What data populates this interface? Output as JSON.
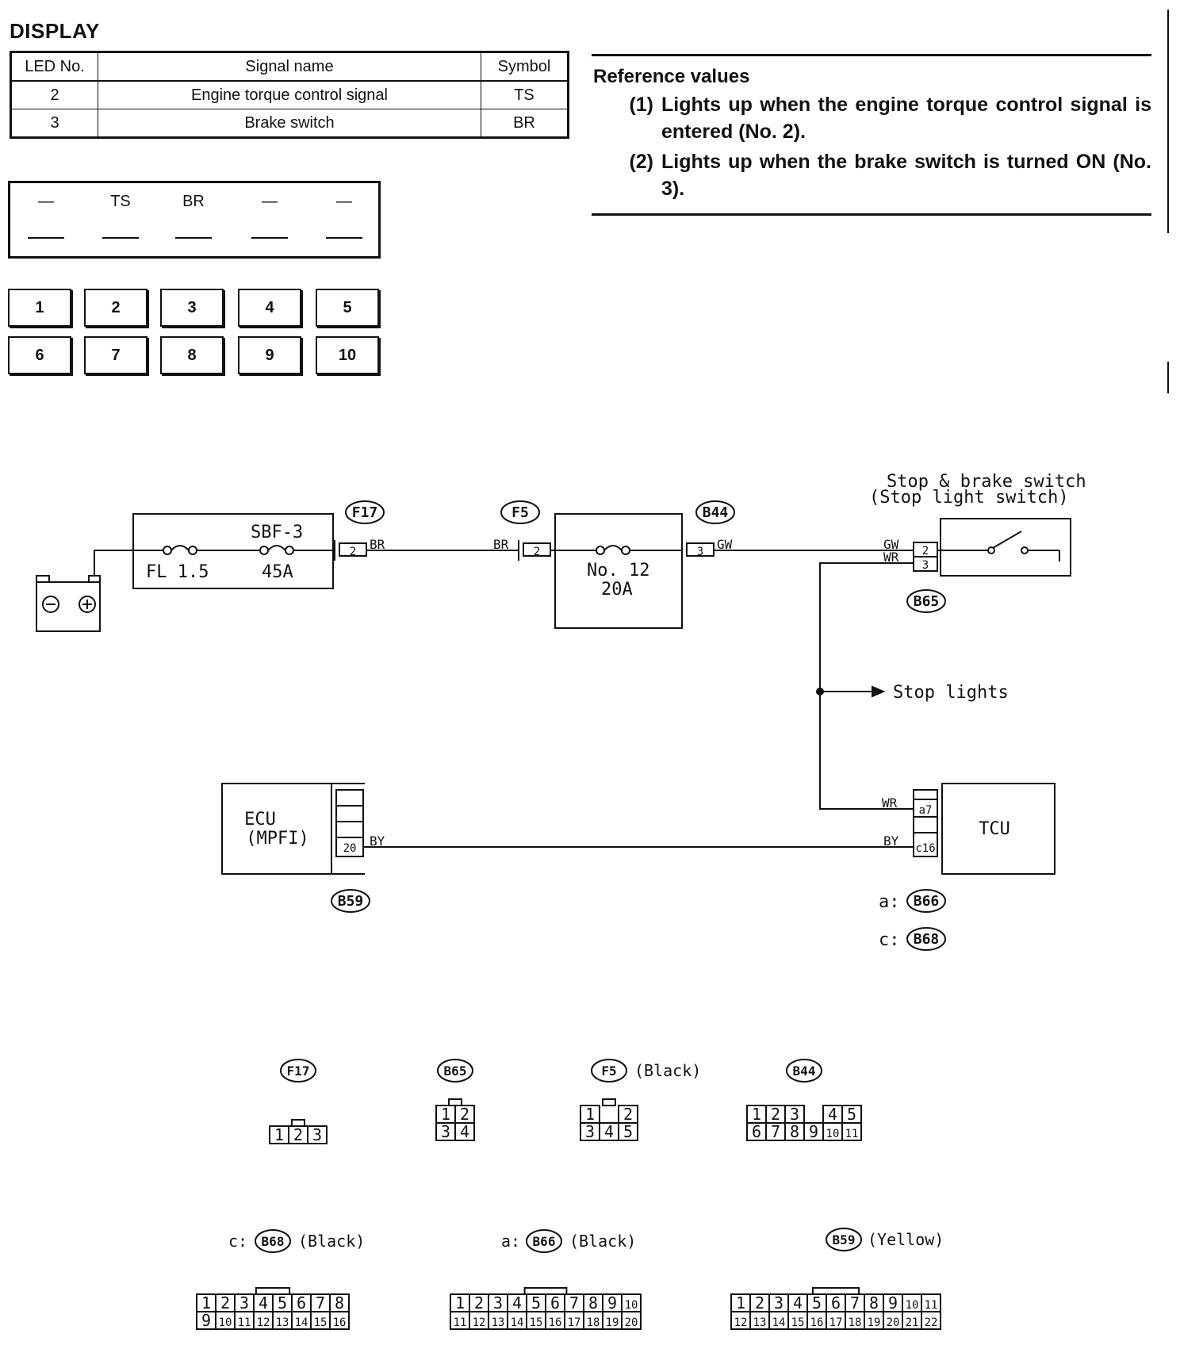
{
  "display": {
    "title": "DISPLAY",
    "table": {
      "headers": [
        "LED No.",
        "Signal name",
        "Symbol"
      ],
      "rows": [
        [
          "2",
          "Engine torque control signal",
          "TS"
        ],
        [
          "3",
          "Brake switch",
          "BR"
        ]
      ]
    },
    "panel_slots": [
      "—",
      "TS",
      "BR",
      "—",
      "—"
    ],
    "led_numbers": [
      "1",
      "2",
      "3",
      "4",
      "5",
      "6",
      "7",
      "8",
      "9",
      "10"
    ]
  },
  "reference": {
    "title": "Reference values",
    "items": [
      {
        "num": "(1)",
        "text": "Lights up when the engine torque control signal is entered (No. 2)."
      },
      {
        "num": "(2)",
        "text": "Lights up when the brake switch is turned ON (No. 3)."
      }
    ]
  },
  "diagram": {
    "fuse_box": {
      "fuse1": "FL 1.5",
      "fuse2_name": "SBF-3",
      "fuse2_rating": "45A"
    },
    "fuse_no12": {
      "name": "No. 12",
      "rating": "20A"
    },
    "switch": {
      "line1": "Stop & brake switch",
      "line2": "(Stop light switch)"
    },
    "stop_lights": "Stop lights",
    "ecu": {
      "line1": "ECU",
      "line2": "(MPFI)",
      "pin": "20"
    },
    "tcu": {
      "name": "TCU",
      "pin_a": "a7",
      "pin_c": "c16"
    },
    "connectors": {
      "f17": "F17",
      "f5": "F5",
      "b44": "B44",
      "b65": "B65",
      "b59": "B59",
      "b66": "B66",
      "b68": "B68"
    },
    "prefixes": {
      "a": "a:",
      "c": "c:"
    },
    "wires": {
      "br": "BR",
      "gw": "GW",
      "wr": "WR",
      "by": "BY"
    },
    "pins": {
      "f17": "2",
      "f5": "2",
      "b44": "3",
      "b65_top": "2",
      "b65_bottom": "3"
    },
    "colors": {
      "black": "(Black)",
      "yellow": "(Yellow)"
    },
    "layouts": {
      "f17": [
        "1",
        "2",
        "3"
      ],
      "b65_top": [
        "1",
        "2"
      ],
      "b65_bottom": [
        "3",
        "4"
      ],
      "f5_top": [
        "1",
        "",
        "2"
      ],
      "f5_bottom": [
        "3",
        "4",
        "5"
      ],
      "b44_top": [
        "1",
        "2",
        "3",
        "",
        "4",
        "5"
      ],
      "b44_bottom": [
        "6",
        "7",
        "8",
        "9",
        "10",
        "11"
      ],
      "b68_top": [
        "1",
        "2",
        "3",
        "4",
        "5",
        "6",
        "7",
        "8"
      ],
      "b68_bottom": [
        "9",
        "10",
        "11",
        "12",
        "13",
        "14",
        "15",
        "16"
      ],
      "b66_top": [
        "1",
        "2",
        "3",
        "4",
        "5",
        "6",
        "7",
        "8",
        "9",
        "10"
      ],
      "b66_bottom": [
        "11",
        "12",
        "13",
        "14",
        "15",
        "16",
        "17",
        "18",
        "19",
        "20"
      ],
      "b59_top": [
        "1",
        "2",
        "3",
        "4",
        "5",
        "6",
        "7",
        "8",
        "9",
        "10",
        "11"
      ],
      "b59_bottom": [
        "12",
        "13",
        "14",
        "15",
        "16",
        "17",
        "18",
        "19",
        "20",
        "21",
        "22"
      ]
    }
  }
}
